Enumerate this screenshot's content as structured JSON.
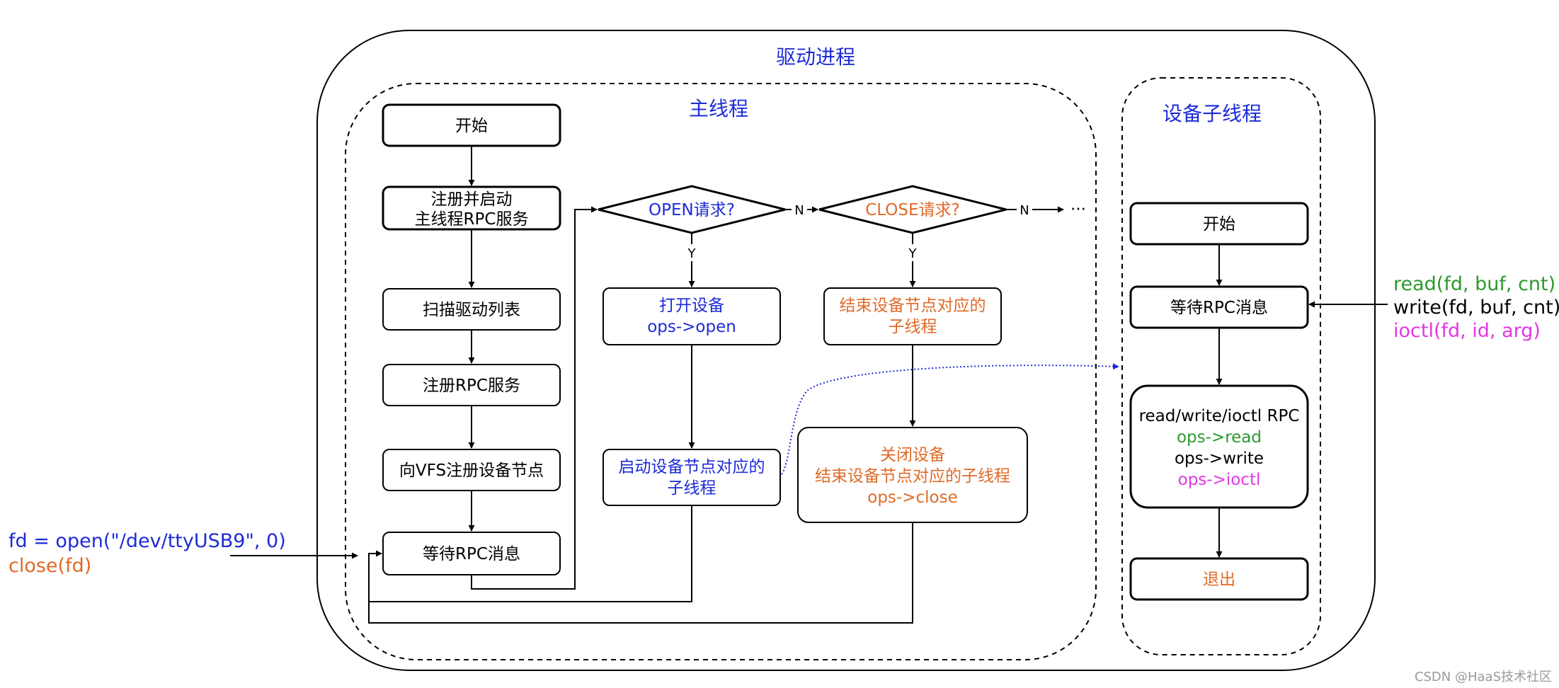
{
  "containers": {
    "driver_process": "驱动进程",
    "main_thread": "主线程",
    "device_thread": "设备子线程"
  },
  "main_flow": {
    "start": "开始",
    "register_start_1": "注册并启动",
    "register_start_2": "主线程RPC服务",
    "scan": "扫描驱动列表",
    "register_rpc": "注册RPC服务",
    "register_vfs": "向VFS注册设备节点",
    "wait_rpc": "等待RPC消息"
  },
  "decisions": {
    "open_request": "OPEN请求?",
    "close_request": "CLOSE请求?",
    "yes": "Y",
    "no": "N",
    "more": "···"
  },
  "open_branch": {
    "open_device": "打开设备",
    "ops_open": "ops->open",
    "start_thread_1": "启动设备节点对应的",
    "start_thread_2": "子线程"
  },
  "close_branch": {
    "end_thread_1": "结束设备节点对应的",
    "end_thread_2": "子线程",
    "close_device": "关闭设备",
    "close_end_thread": "结束设备节点对应的子线程",
    "ops_close": "ops->close"
  },
  "device_flow": {
    "start": "开始",
    "wait_rpc": "等待RPC消息",
    "rpc_title": "read/write/ioctl RPC",
    "ops_read": "ops->read",
    "ops_write": "ops->write",
    "ops_ioctl": "ops->ioctl",
    "exit": "退出"
  },
  "external_calls": {
    "open_call": "fd = open(\"/dev/ttyUSB9\", 0)",
    "close_call": "close(fd)",
    "read_call": "read(fd, buf, cnt)",
    "write_call": "write(fd, buf, cnt)",
    "ioctl_call": "ioctl(fd, id, arg)"
  },
  "watermark": "CSDN @HaaS技术社区",
  "colors": {
    "blue": "#1d2bd6",
    "orange": "#e06a27",
    "green": "#2c9a2c",
    "magenta": "#e336e3",
    "stroke": "#000000"
  }
}
